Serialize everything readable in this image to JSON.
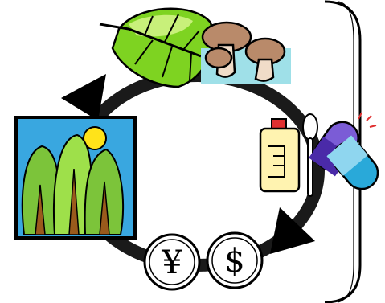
{
  "cycle": {
    "nodes": [
      {
        "id": "leaf",
        "icon": "leaf-icon"
      },
      {
        "id": "mushrooms",
        "icon": "mushroom-icon"
      },
      {
        "id": "medicine",
        "icon": "medicine-icon"
      },
      {
        "id": "money",
        "icon": "coin-icon"
      },
      {
        "id": "forest",
        "icon": "forest-icon"
      }
    ],
    "arrows": 2
  },
  "coins": {
    "yen_symbol": "¥",
    "dollar_symbol": "$"
  },
  "colors": {
    "cycle_ring": "#1a1a1a",
    "leaf": "#7ed321",
    "leaf_light": "#c8f07a",
    "mushroom_bg": "#9fe0e8",
    "mushroom": "#b98a6a",
    "bottle": "#fff3b0",
    "capsule_purple": "#7b5cd6",
    "capsule_blue": "#29a9d9",
    "forest_sky": "#39a7e0",
    "forest_tree": "#7cc43a",
    "forest_trunk": "#9a5a1c",
    "sun": "#ffe31a"
  }
}
